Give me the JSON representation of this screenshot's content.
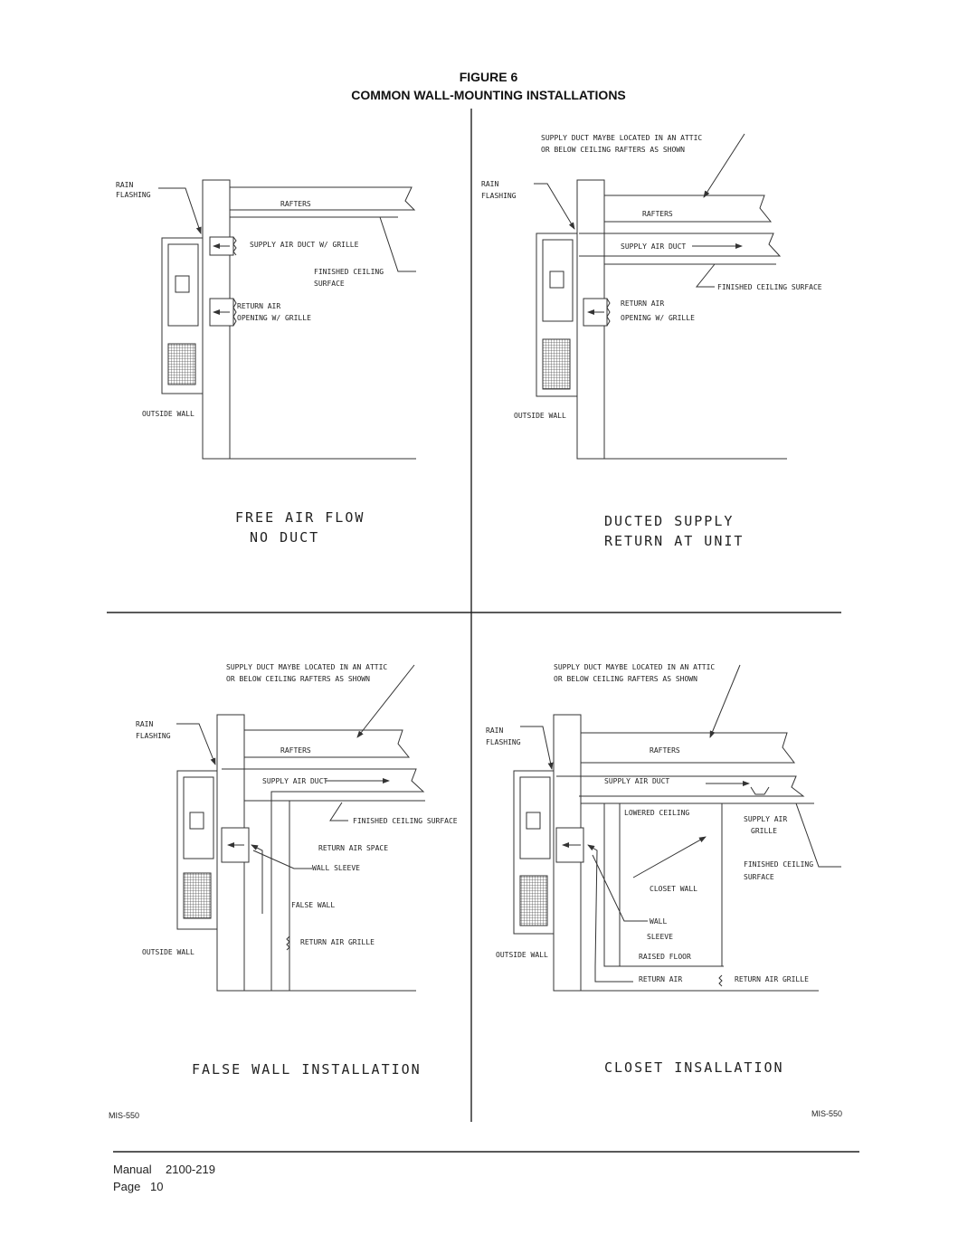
{
  "header": {
    "figure": "FIGURE 6",
    "title": "COMMON WALL-MOUNTING INSTALLATIONS"
  },
  "panels": {
    "free_air": {
      "rain_flashing_1": "RAIN",
      "rain_flashing_2": "FLASHING",
      "rafters": "RAFTERS",
      "supply": "SUPPLY AIR DUCT W/ GRILLE",
      "finished_1": "FINISHED CEILING",
      "finished_2": "SURFACE",
      "return_1": "RETURN AIR",
      "return_2": "OPENING W/ GRILLE",
      "outside_wall": "OUTSIDE WALL",
      "caption_1": "FREE AIR FLOW",
      "caption_2": "NO DUCT"
    },
    "ducted": {
      "attic_1": "SUPPLY DUCT MAYBE LOCATED IN AN ATTIC",
      "attic_2": "OR BELOW CEILING RAFTERS AS SHOWN",
      "rain_flashing_1": "RAIN",
      "rain_flashing_2": "FLASHING",
      "rafters": "RAFTERS",
      "supply": "SUPPLY AIR DUCT",
      "finished": "FINISHED CEILING SURFACE",
      "return_1": "RETURN AIR",
      "return_2": "OPENING W/ GRILLE",
      "outside_wall": "OUTSIDE WALL",
      "caption_1": "DUCTED SUPPLY",
      "caption_2": "RETURN AT UNIT"
    },
    "false_wall": {
      "attic_1": "SUPPLY DUCT MAYBE LOCATED IN AN ATTIC",
      "attic_2": "OR BELOW CEILING RAFTERS AS SHOWN",
      "rain_flashing_1": "RAIN",
      "rain_flashing_2": "FLASHING",
      "rafters": "RAFTERS",
      "supply": "SUPPLY AIR DUCT",
      "finished": "FINISHED CEILING SURFACE",
      "return_space": "RETURN AIR SPACE",
      "wall_sleeve": "WALL SLEEVE",
      "false_wall": "FALSE WALL",
      "return_grille": "RETURN AIR GRILLE",
      "outside_wall": "OUTSIDE WALL",
      "caption": "FALSE WALL INSTALLATION",
      "code": "MIS-550"
    },
    "closet": {
      "attic_1": "SUPPLY DUCT MAYBE LOCATED IN AN ATTIC",
      "attic_2": "OR BELOW CEILING RAFTERS AS SHOWN",
      "rain_flashing_1": "RAIN",
      "rain_flashing_2": "FLASHING",
      "rafters": "RAFTERS",
      "supply": "SUPPLY AIR DUCT",
      "lowered": "LOWERED CEILING",
      "supply_grille_1": "SUPPLY AIR",
      "supply_grille_2": "GRILLE",
      "finished_1": "FINISHED CEILING",
      "finished_2": "SURFACE",
      "closet_wall": "CLOSET WALL",
      "wall_sleeve_1": "WALL",
      "wall_sleeve_2": "SLEEVE",
      "raised_floor": "RAISED FLOOR",
      "return_air": "RETURN AIR",
      "return_grille": "RETURN AIR GRILLE",
      "outside_wall": "OUTSIDE WALL",
      "caption": "CLOSET INSALLATION",
      "code": "MIS-550"
    }
  },
  "footer": {
    "manual_label": "Manual",
    "manual_number": "2100-219",
    "page_label": "Page",
    "page_number": "10"
  }
}
